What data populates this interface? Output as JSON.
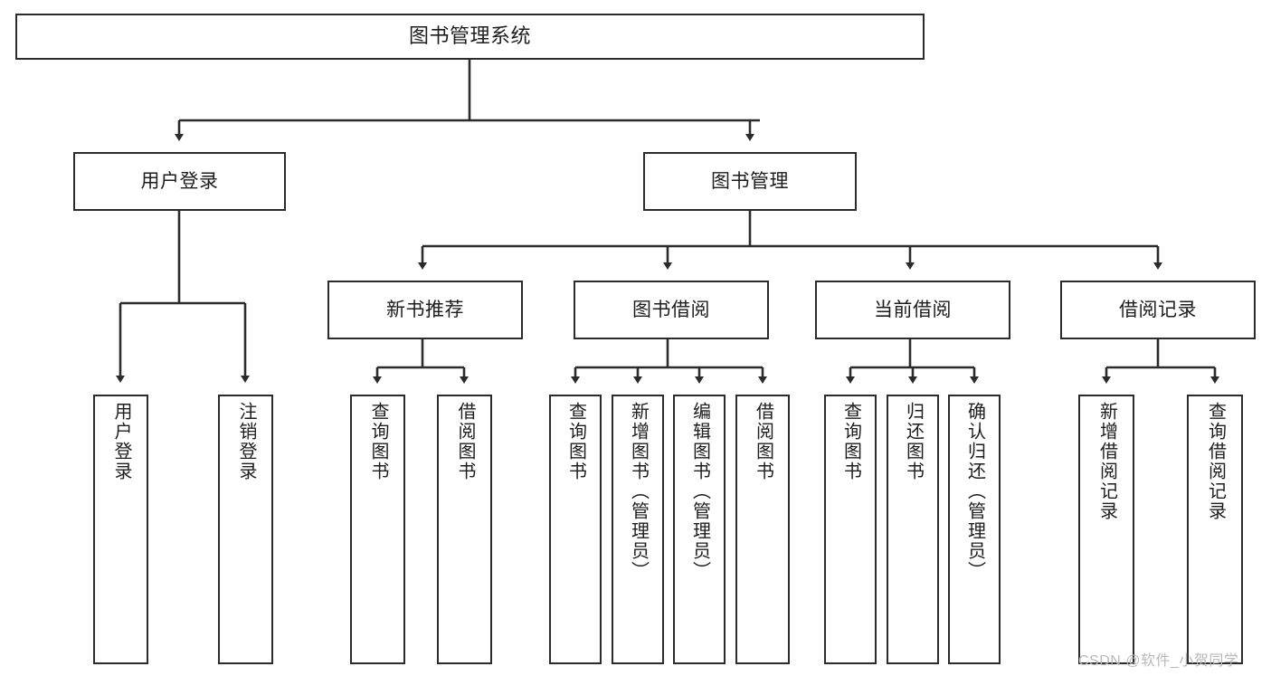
{
  "diagram": {
    "type": "hierarchy-tree",
    "title": "图书管理系统",
    "levels": 4,
    "colors": {
      "stroke": "#2b2b2b",
      "fill": "#ffffff",
      "text": "#1d1d1d",
      "watermark": "#b9b9b9"
    },
    "nodes": {
      "root": {
        "label": "图书管理系统"
      },
      "level2": [
        {
          "id": "user-login",
          "label": "用户登录"
        },
        {
          "id": "book-manage",
          "label": "图书管理"
        }
      ],
      "level3": [
        {
          "id": "new-book-recommend",
          "label": "新书推荐"
        },
        {
          "id": "book-borrow",
          "label": "图书借阅"
        },
        {
          "id": "current-borrow",
          "label": "当前借阅"
        },
        {
          "id": "borrow-record",
          "label": "借阅记录"
        }
      ],
      "leaves": {
        "user-login": [
          {
            "id": "leaf-user-login",
            "label": "用户登录"
          },
          {
            "id": "leaf-logout-login",
            "label": "注销登录"
          }
        ],
        "new-book-recommend": [
          {
            "id": "leaf-query-book-1",
            "label": "查询图书"
          },
          {
            "id": "leaf-borrow-book-1",
            "label": "借阅图书"
          }
        ],
        "book-borrow": [
          {
            "id": "leaf-query-book-2",
            "label": "查询图书"
          },
          {
            "id": "leaf-add-book",
            "label": "新增图书（管理员）"
          },
          {
            "id": "leaf-edit-book",
            "label": "编辑图书（管理员）"
          },
          {
            "id": "leaf-borrow-book-2",
            "label": "借阅图书"
          }
        ],
        "current-borrow": [
          {
            "id": "leaf-query-book-3",
            "label": "查询图书"
          },
          {
            "id": "leaf-return-book",
            "label": "归还图书"
          },
          {
            "id": "leaf-confirm-return",
            "label": "确认归还（管理员）"
          }
        ],
        "borrow-record": [
          {
            "id": "leaf-add-record",
            "label": "新增借阅记录"
          },
          {
            "id": "leaf-query-record",
            "label": "查询借阅记录"
          }
        ]
      }
    }
  },
  "watermark": {
    "text": "CSDN @软件_小贺同学"
  }
}
